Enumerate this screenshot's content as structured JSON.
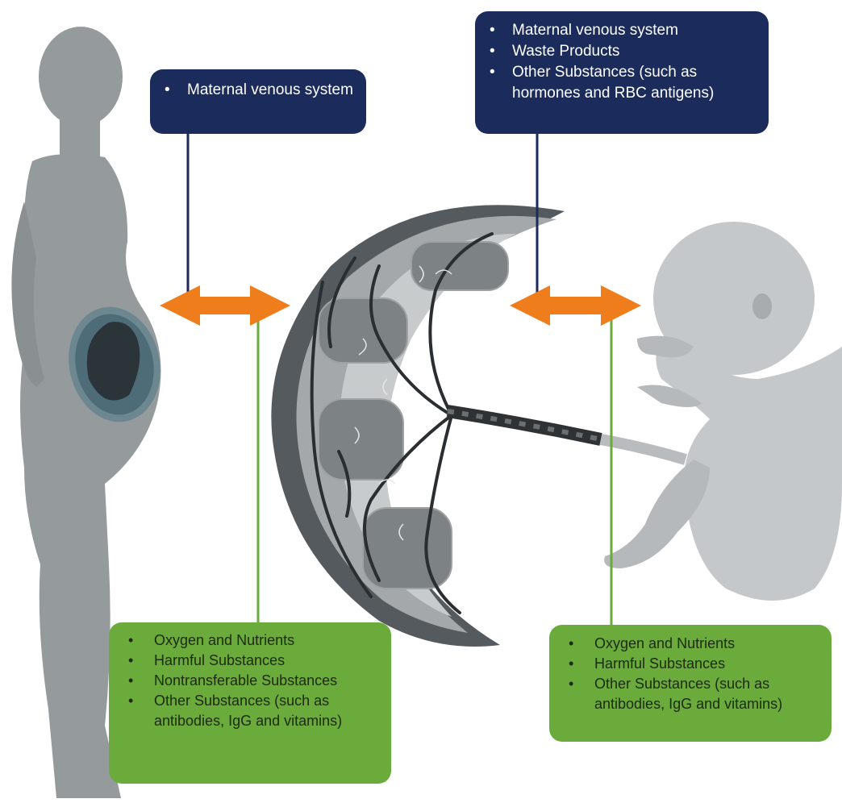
{
  "boxes": {
    "maternal_left": {
      "items": [
        "Maternal venous system"
      ]
    },
    "maternal_right": {
      "items": [
        "Maternal venous system",
        "Waste Products",
        "Other Substances (such as hormones and RBC antigens)"
      ]
    },
    "green_left": {
      "items": [
        "Oxygen and Nutrients",
        "Harmful Substances",
        "Nontransferable Substances",
        "Other Substances (such as antibodies, IgG and vitamins)"
      ]
    },
    "green_right": {
      "items": [
        "Oxygen and Nutrients",
        "Harmful Substances",
        "Other Substances (such as antibodies, IgG and vitamins)"
      ]
    }
  },
  "colors": {
    "navy_box": "#1b2b5c",
    "green_box": "#6aab3c",
    "arrow": "#f07d1c",
    "silhouette": "#959a9c",
    "placenta_dark": "#555a5e"
  },
  "figures": [
    "pregnant-woman-silhouette",
    "placenta-illustration",
    "fetus-illustration",
    "double-arrow-icon"
  ]
}
